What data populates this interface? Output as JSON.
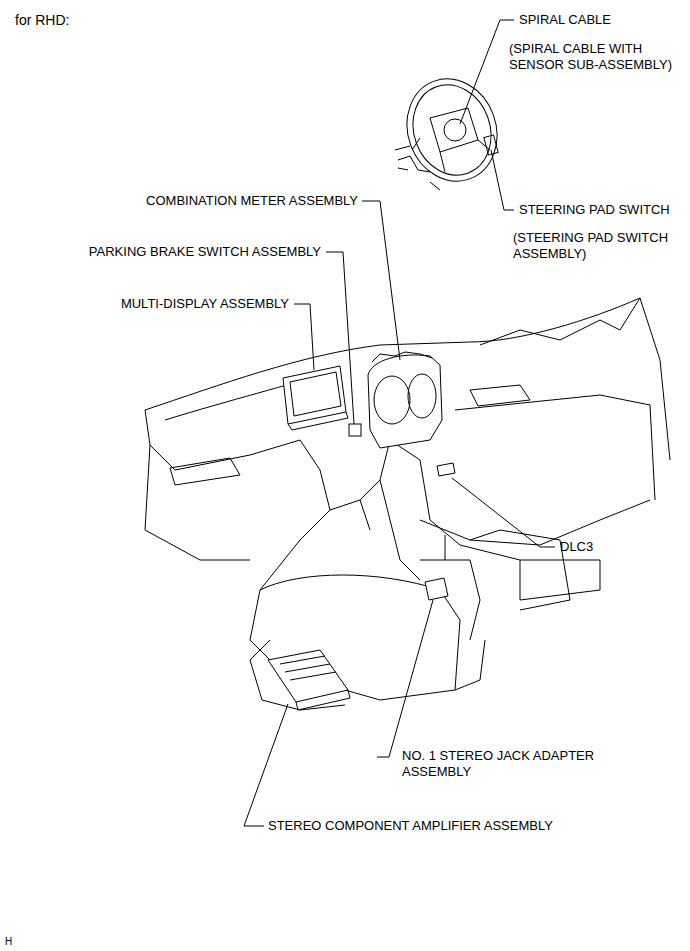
{
  "diagram": {
    "title": "for RHD:",
    "labels": [
      "SPIRAL CABLE",
      "(SPIRAL CABLE WITH SENSOR SUB-ASSEMBLY)",
      "COMBINATION METER ASSEMBLY",
      "STEERING PAD SWITCH",
      "(STEERING PAD SWITCH ASSEMBLY)",
      "PARKING BRAKE SWITCH ASSEMBLY",
      "MULTI-DISPLAY ASSEMBLY",
      "DLC3",
      "NO. 1 STEREO JACK ADAPTER ASSEMBLY",
      "STEREO COMPONENT AMPLIFIER ASSEMBLY",
      "H"
    ]
  }
}
